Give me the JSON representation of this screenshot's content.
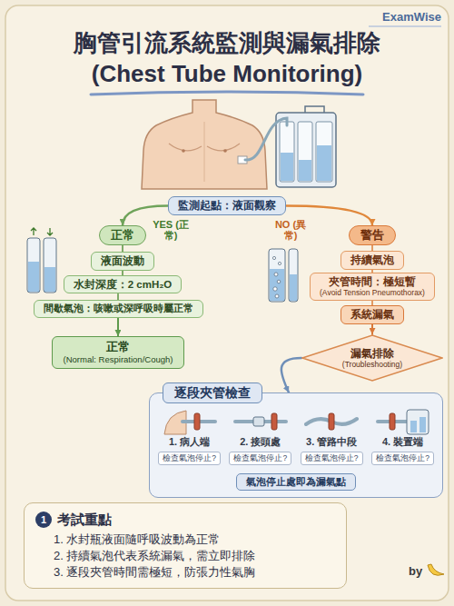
{
  "diagram": {
    "title": "胸管引流系統監測與漏氣排除 (Chest Tube Monitoring)",
    "nodes": [
      {
        "text": [
          "監測起點：液面觀察"
        ]
      },
      {
        "text": [
          "正常"
        ]
      },
      {
        "text": [
          "液面波動"
        ]
      },
      {
        "text": [
          "水封深度：2 cmH₂O"
        ]
      },
      {
        "text": [
          "間歇氣泡：咳嗽或深呼吸時屬正常"
        ]
      },
      {
        "text": [
          "正常",
          "(Normal: Respiration/Cough)"
        ]
      },
      {
        "text": [
          "警告"
        ]
      },
      {
        "text": [
          "持續氣泡"
        ]
      },
      {
        "text": [
          "夾管時間：極短暫",
          "(Avoid Tension Pneumothorax)"
        ]
      },
      {
        "text": [
          "系統漏氣"
        ]
      },
      {
        "text": [
          "漏氣排除",
          "(Troubleshooting)"
        ]
      },
      {
        "text": [
          "逐段夾管檢查"
        ]
      },
      {
        "text": [
          "1. 病人端",
          "檢查氣泡停止?"
        ],
        "in": 11
      },
      {
        "text": [
          "2. 接頭處",
          "檢查氣泡停止?"
        ],
        "in": 11
      },
      {
        "text": [
          "3. 管路中段",
          "檢查氣泡停止?"
        ],
        "in": 11
      },
      {
        "text": [
          "4. 裝置端",
          "檢查氣泡停止?"
        ],
        "in": 11
      },
      {
        "text": [
          "氣泡停止處即為漏氣點"
        ],
        "in": 11
      },
      {
        "text": [
          "1",
          "考試重點",
          "1. 水封瓶液面隨呼吸波動為正常",
          "2. 持續氣泡代表系統漏氣，需立即排除",
          "3. 逐段夾管時間需極短，防張力性氣胸"
        ]
      }
    ],
    "edges": [
      {
        "from": 0,
        "to": 1,
        "label": "YES (正常)",
        "arrow": "to"
      },
      {
        "from": 0,
        "to": 6,
        "label": "NO (異常)",
        "arrow": "to"
      },
      {
        "from": 1,
        "to": 2,
        "arrow": "none"
      },
      {
        "from": 2,
        "to": 3,
        "arrow": "none"
      },
      {
        "from": 3,
        "to": 4,
        "arrow": "none"
      },
      {
        "from": 4,
        "to": 5,
        "arrow": "to"
      },
      {
        "from": 6,
        "to": 7,
        "arrow": "none"
      },
      {
        "from": 7,
        "to": 8,
        "arrow": "none"
      },
      {
        "from": 8,
        "to": 9,
        "arrow": "none"
      },
      {
        "from": 9,
        "to": 10,
        "arrow": "to"
      },
      {
        "from": 10,
        "to": 11,
        "arrow": "to"
      },
      {
        "from": 12,
        "to": 13,
        "arrow": "to"
      },
      {
        "from": 13,
        "to": 14,
        "arrow": "to"
      },
      {
        "from": 14,
        "to": 15,
        "arrow": "to"
      }
    ],
    "labels": [
      "ExamWise",
      "by"
    ]
  }
}
